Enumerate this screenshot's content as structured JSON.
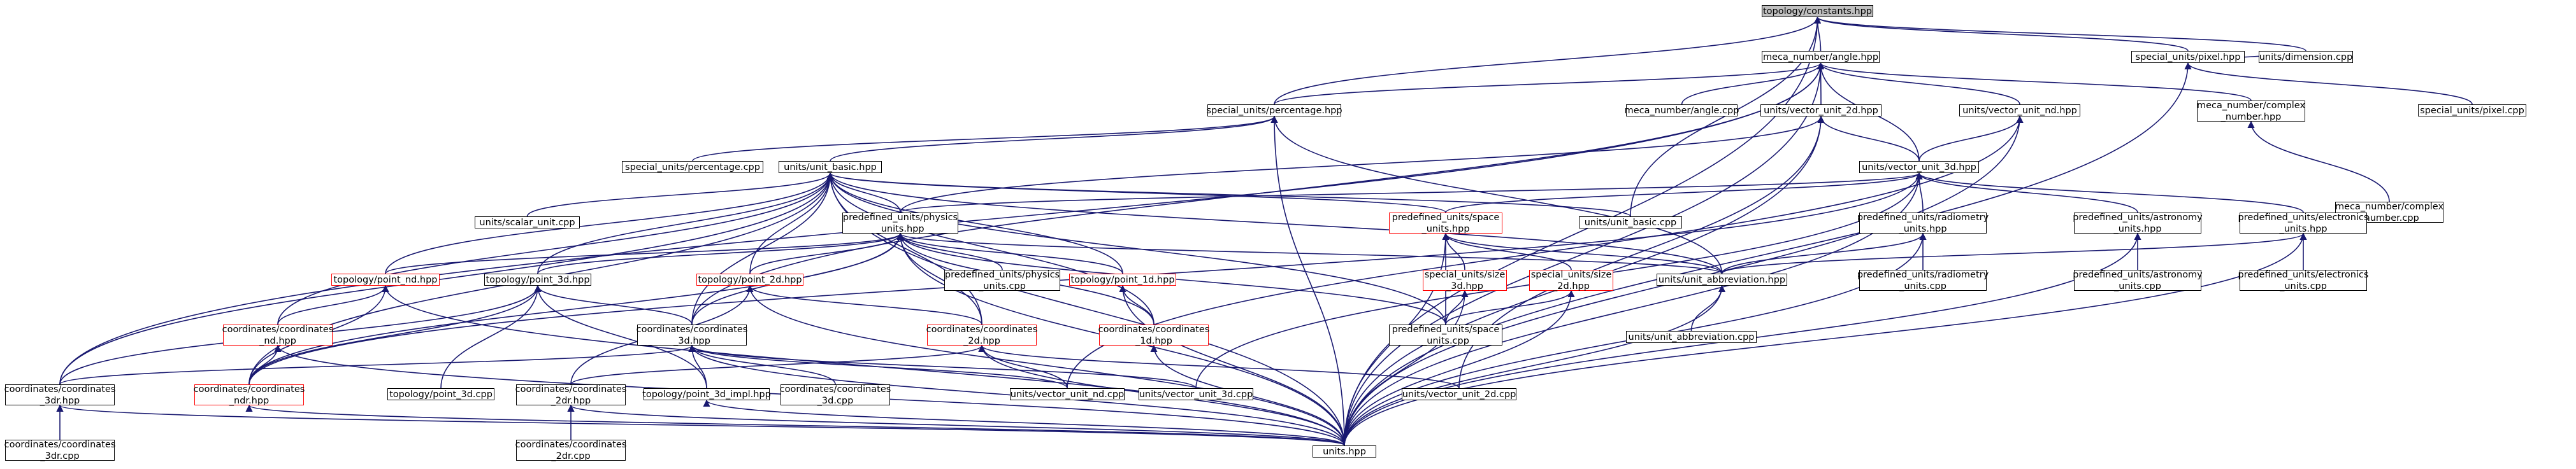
{
  "title": "topology/constants.hpp",
  "colors": {
    "edge": "#191970",
    "root_fill": "#bfbfbf",
    "border": "#000000",
    "highlight_border": "#ff0000"
  },
  "nodes": [
    {
      "id": "constants",
      "label": "topology/constants.hpp",
      "root": true
    },
    {
      "id": "angle",
      "label": "meca_number/angle.hpp"
    },
    {
      "id": "pixel",
      "label": "special_units/pixel.hpp"
    },
    {
      "id": "unitsdimension_cpp",
      "label": "units/dimension.cpp"
    },
    {
      "id": "pixel_cpp",
      "label": "special_units/pixel.cpp"
    },
    {
      "id": "percentage",
      "label": "special_units/percentage.hpp"
    },
    {
      "id": "angle_cpp",
      "label": "meca_number/angle.cpp"
    },
    {
      "id": "vector_unit_2d",
      "label": "units/vector_unit_2d.hpp"
    },
    {
      "id": "vector_unit_nd",
      "label": "units/vector_unit_nd.hpp"
    },
    {
      "id": "complex_number",
      "label": "meca_number/complex\n_number.hpp"
    },
    {
      "id": "complex_number_cpp",
      "label": "meca_number/complex\n_number.cpp"
    },
    {
      "id": "percentage_cpp",
      "label": "special_units/percentage.cpp"
    },
    {
      "id": "unit_basic",
      "label": "units/unit_basic.hpp"
    },
    {
      "id": "vector_unit_3d",
      "label": "units/vector_unit_3d.hpp"
    },
    {
      "id": "scalar_unit_cpp",
      "label": "units/scalar_unit.cpp"
    },
    {
      "id": "physics_units",
      "label": "predefined_units/physics\n_units.hpp"
    },
    {
      "id": "space_units",
      "label": "predefined_units/space\n_units.hpp",
      "red": true
    },
    {
      "id": "unit_basic_cpp",
      "label": "units/unit_basic.cpp"
    },
    {
      "id": "radiometry_units",
      "label": "predefined_units/radiometry\n_units.hpp"
    },
    {
      "id": "astronomy_units",
      "label": "predefined_units/astronomy\n_units.hpp"
    },
    {
      "id": "electronics_units",
      "label": "predefined_units/electronics\n_units.hpp"
    },
    {
      "id": "point_nd",
      "label": "topology/point_nd.hpp",
      "red": true
    },
    {
      "id": "point_3d",
      "label": "topology/point_3d.hpp"
    },
    {
      "id": "point_2d",
      "label": "topology/point_2d.hpp",
      "red": true
    },
    {
      "id": "physics_units_cpp",
      "label": "predefined_units/physics\n_units.cpp"
    },
    {
      "id": "point_1d",
      "label": "topology/point_1d.hpp",
      "red": true
    },
    {
      "id": "size_3d",
      "label": "special_units/size\n_3d.hpp",
      "red": true
    },
    {
      "id": "size_2d",
      "label": "special_units/size\n_2d.hpp",
      "red": true
    },
    {
      "id": "unit_abbreviation",
      "label": "units/unit_abbreviation.hpp"
    },
    {
      "id": "radiometry_units_cpp",
      "label": "predefined_units/radiometry\n_units.cpp"
    },
    {
      "id": "astronomy_units_cpp",
      "label": "predefined_units/astronomy\n_units.cpp"
    },
    {
      "id": "electronics_units_cpp",
      "label": "predefined_units/electronics\n_units.cpp"
    },
    {
      "id": "coord_nd",
      "label": "coordinates/coordinates\n_nd.hpp",
      "red": true
    },
    {
      "id": "coord_3d",
      "label": "coordinates/coordinates\n_3d.hpp"
    },
    {
      "id": "coord_2d",
      "label": "coordinates/coordinates\n_2d.hpp",
      "red": true
    },
    {
      "id": "coord_1d",
      "label": "coordinates/coordinates\n_1d.hpp",
      "red": true
    },
    {
      "id": "space_units_cpp",
      "label": "predefined_units/space\n_units.cpp"
    },
    {
      "id": "unit_abbreviation_cpp",
      "label": "units/unit_abbreviation.cpp"
    },
    {
      "id": "coords_3dr",
      "label": "coordinates/coordinates\n_3dr.hpp"
    },
    {
      "id": "coords_ndr",
      "label": "coordinates/coordinates\n_ndr.hpp",
      "red": true
    },
    {
      "id": "point_3d_cpp",
      "label": "topology/point_3d.cpp"
    },
    {
      "id": "coords_2dr",
      "label": "coordinates/coordinates\n_2dr.hpp"
    },
    {
      "id": "point_3d_impl",
      "label": "topology/point_3d_impl.hpp"
    },
    {
      "id": "coord_3d_cpp",
      "label": "coordinates/coordinates\n_3d.cpp"
    },
    {
      "id": "vector_unit_nd_cpp",
      "label": "units/vector_unit_nd.cpp"
    },
    {
      "id": "vector_unit_3d_cpp",
      "label": "units/vector_unit_3d.cpp"
    },
    {
      "id": "vector_unit_2d_cpp",
      "label": "units/vector_unit_2d.cpp"
    },
    {
      "id": "coords_3dr_cpp",
      "label": "coordinates/coordinates\n_3dr.cpp"
    },
    {
      "id": "units",
      "label": "units.hpp"
    },
    {
      "id": "coords_2dr_cpp",
      "label": "coordinates/coordinates\n_2dr.cpp"
    }
  ],
  "edges": [
    [
      "angle",
      "constants"
    ],
    [
      "pixel",
      "constants"
    ],
    [
      "unitsdimension_cpp",
      "constants"
    ],
    [
      "percentage",
      "constants"
    ],
    [
      "unit_basic_cpp",
      "constants"
    ],
    [
      "units",
      "constants"
    ],
    [
      "angle_cpp",
      "angle"
    ],
    [
      "vector_unit_2d",
      "angle"
    ],
    [
      "vector_unit_nd",
      "angle"
    ],
    [
      "complex_number",
      "angle"
    ],
    [
      "vector_unit_3d",
      "angle"
    ],
    [
      "units",
      "angle"
    ],
    [
      "coords_3dr",
      "angle"
    ],
    [
      "coord_3d",
      "angle"
    ],
    [
      "percentage",
      "angle"
    ],
    [
      "pixel_cpp",
      "pixel"
    ],
    [
      "unitsdimension_cpp",
      "pixel"
    ],
    [
      "units",
      "pixel"
    ],
    [
      "percentage_cpp",
      "percentage"
    ],
    [
      "unit_basic",
      "percentage"
    ],
    [
      "unit_abbreviation",
      "percentage"
    ],
    [
      "units",
      "percentage"
    ],
    [
      "complex_number_cpp",
      "complex_number"
    ],
    [
      "vector_unit_3d",
      "vector_unit_2d"
    ],
    [
      "physics_units",
      "vector_unit_2d"
    ],
    [
      "vector_unit_2d_cpp",
      "vector_unit_2d"
    ],
    [
      "units",
      "vector_unit_2d"
    ],
    [
      "vector_unit_3d",
      "vector_unit_nd"
    ],
    [
      "vector_unit_nd_cpp",
      "vector_unit_nd"
    ],
    [
      "units",
      "vector_unit_nd"
    ],
    [
      "scalar_unit_cpp",
      "unit_basic"
    ],
    [
      "physics_units",
      "unit_basic"
    ],
    [
      "space_units",
      "unit_basic"
    ],
    [
      "unit_basic_cpp",
      "unit_basic"
    ],
    [
      "point_nd",
      "unit_basic"
    ],
    [
      "point_3d",
      "unit_basic"
    ],
    [
      "point_2d",
      "unit_basic"
    ],
    [
      "point_1d",
      "unit_basic"
    ],
    [
      "coord_nd",
      "unit_basic"
    ],
    [
      "coord_3d",
      "unit_basic"
    ],
    [
      "coord_2d",
      "unit_basic"
    ],
    [
      "coord_1d",
      "unit_basic"
    ],
    [
      "coords_3dr",
      "unit_basic"
    ],
    [
      "coords_ndr",
      "unit_basic"
    ],
    [
      "unit_abbreviation",
      "unit_basic"
    ],
    [
      "space_units_cpp",
      "unit_basic"
    ],
    [
      "units",
      "unit_basic"
    ],
    [
      "radiometry_units",
      "vector_unit_3d"
    ],
    [
      "astronomy_units",
      "vector_unit_3d"
    ],
    [
      "electronics_units",
      "vector_unit_3d"
    ],
    [
      "physics_units",
      "vector_unit_3d"
    ],
    [
      "space_units",
      "vector_unit_3d"
    ],
    [
      "vector_unit_3d_cpp",
      "vector_unit_3d"
    ],
    [
      "coords_ndr",
      "vector_unit_3d"
    ],
    [
      "units",
      "vector_unit_3d"
    ],
    [
      "physics_units_cpp",
      "physics_units"
    ],
    [
      "point_nd",
      "physics_units"
    ],
    [
      "point_3d",
      "physics_units"
    ],
    [
      "point_2d",
      "physics_units"
    ],
    [
      "point_1d",
      "physics_units"
    ],
    [
      "coord_3d",
      "physics_units"
    ],
    [
      "coord_2d",
      "physics_units"
    ],
    [
      "coord_1d",
      "physics_units"
    ],
    [
      "unit_abbreviation",
      "physics_units"
    ],
    [
      "space_units_cpp",
      "physics_units"
    ],
    [
      "units",
      "physics_units"
    ],
    [
      "coords_ndr",
      "physics_units"
    ],
    [
      "size_3d",
      "space_units"
    ],
    [
      "size_2d",
      "space_units"
    ],
    [
      "space_units_cpp",
      "space_units"
    ],
    [
      "unit_abbreviation",
      "space_units"
    ],
    [
      "units",
      "space_units"
    ],
    [
      "radiometry_units_cpp",
      "radiometry_units"
    ],
    [
      "unit_abbreviation",
      "radiometry_units"
    ],
    [
      "units",
      "radiometry_units"
    ],
    [
      "astronomy_units_cpp",
      "astronomy_units"
    ],
    [
      "units",
      "astronomy_units"
    ],
    [
      "electronics_units_cpp",
      "electronics_units"
    ],
    [
      "unit_abbreviation",
      "electronics_units"
    ],
    [
      "units",
      "electronics_units"
    ],
    [
      "coord_nd",
      "point_nd"
    ],
    [
      "coords_ndr",
      "point_nd"
    ],
    [
      "units",
      "point_nd"
    ],
    [
      "point_3d_cpp",
      "point_3d"
    ],
    [
      "point_3d_impl",
      "point_3d"
    ],
    [
      "coord_3d",
      "point_3d"
    ],
    [
      "coords_3dr",
      "point_3d"
    ],
    [
      "coords_ndr",
      "point_3d"
    ],
    [
      "coord_2d",
      "point_2d"
    ],
    [
      "coords_2dr",
      "point_2d"
    ],
    [
      "units",
      "point_2d"
    ],
    [
      "coord_1d",
      "point_1d"
    ],
    [
      "units",
      "point_1d"
    ],
    [
      "space_units_cpp",
      "size_3d"
    ],
    [
      "units",
      "size_3d"
    ],
    [
      "space_units_cpp",
      "size_2d"
    ],
    [
      "units",
      "size_2d"
    ],
    [
      "unit_abbreviation_cpp",
      "unit_abbreviation"
    ],
    [
      "units",
      "unit_abbreviation"
    ],
    [
      "coords_ndr",
      "coord_nd"
    ],
    [
      "units",
      "coord_nd"
    ],
    [
      "coords_3dr",
      "coord_3d"
    ],
    [
      "point_3d_impl",
      "coord_3d"
    ],
    [
      "coord_3d_cpp",
      "coord_3d"
    ],
    [
      "vector_unit_nd_cpp",
      "coord_3d"
    ],
    [
      "vector_unit_3d_cpp",
      "coord_3d"
    ],
    [
      "units",
      "coord_3d"
    ],
    [
      "coords_2dr",
      "coord_2d"
    ],
    [
      "vector_unit_nd_cpp",
      "coord_2d"
    ],
    [
      "vector_unit_2d_cpp",
      "coord_2d"
    ],
    [
      "units",
      "coord_2d"
    ],
    [
      "units",
      "coord_1d"
    ],
    [
      "coords_3dr_cpp",
      "coords_3dr"
    ],
    [
      "units",
      "coords_3dr"
    ],
    [
      "units",
      "coords_ndr"
    ],
    [
      "coords_2dr_cpp",
      "coords_2dr"
    ],
    [
      "units",
      "coords_2dr"
    ],
    [
      "units",
      "point_3d_impl"
    ]
  ]
}
